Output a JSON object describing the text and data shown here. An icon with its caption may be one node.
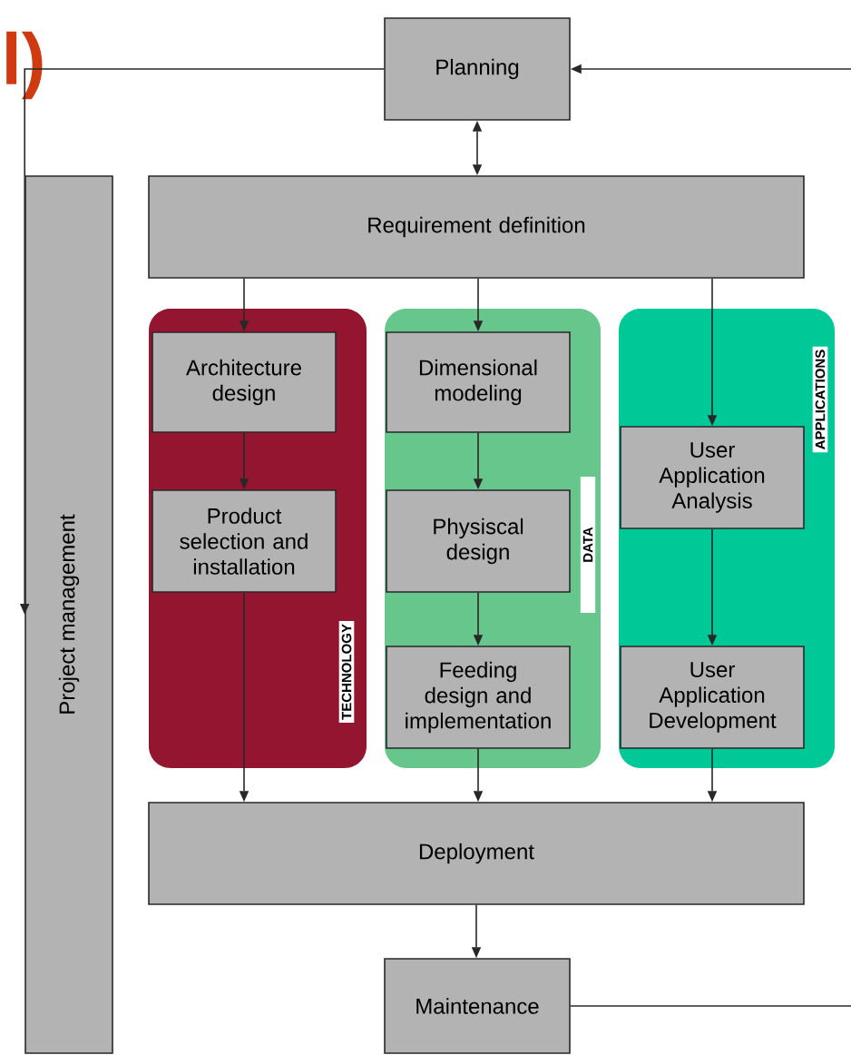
{
  "diagram": {
    "nodes": [
      {
        "text": [
          "Planning"
        ]
      },
      {
        "text": [
          "Project management"
        ]
      },
      {
        "text": [
          "Requirement definition"
        ]
      },
      {
        "text": [
          "TECHNOLOGY"
        ]
      },
      {
        "text": [
          "Architecture design"
        ],
        "in": 3
      },
      {
        "text": [
          "Product selection and installation"
        ],
        "in": 3
      },
      {
        "text": [
          "DATA"
        ]
      },
      {
        "text": [
          "Dimensional modeling"
        ],
        "in": 6
      },
      {
        "text": [
          "Physiscal design"
        ],
        "in": 6
      },
      {
        "text": [
          "Feeding design and implementation"
        ],
        "in": 6
      },
      {
        "text": [
          "APPLICATIONS"
        ]
      },
      {
        "text": [
          "User Application Analysis"
        ],
        "in": 10
      },
      {
        "text": [
          "User Application Development"
        ],
        "in": 10
      },
      {
        "text": [
          "Deployment"
        ]
      },
      {
        "text": [
          "Maintenance"
        ]
      }
    ],
    "edges": [
      {
        "from": 0,
        "to": 1,
        "arrow": "to"
      },
      {
        "from": null,
        "to": 0,
        "arrow": "to"
      },
      {
        "from": 0,
        "to": 2,
        "arrow": "both"
      },
      {
        "from": 2,
        "to": 4,
        "arrow": "to"
      },
      {
        "from": 2,
        "to": 7,
        "arrow": "to"
      },
      {
        "from": 2,
        "to": 11,
        "arrow": "to"
      },
      {
        "from": 4,
        "to": 5,
        "arrow": "to"
      },
      {
        "from": 5,
        "to": 13,
        "arrow": "to"
      },
      {
        "from": 7,
        "to": 8,
        "arrow": "to"
      },
      {
        "from": 8,
        "to": 9,
        "arrow": "to"
      },
      {
        "from": 9,
        "to": 13,
        "arrow": "to"
      },
      {
        "from": 11,
        "to": 12,
        "arrow": "to"
      },
      {
        "from": 12,
        "to": 13,
        "arrow": "to"
      },
      {
        "from": 13,
        "to": 14,
        "arrow": "to"
      },
      {
        "from": 14,
        "to": null,
        "arrow": "none"
      }
    ],
    "labels": [
      "l)"
    ]
  }
}
